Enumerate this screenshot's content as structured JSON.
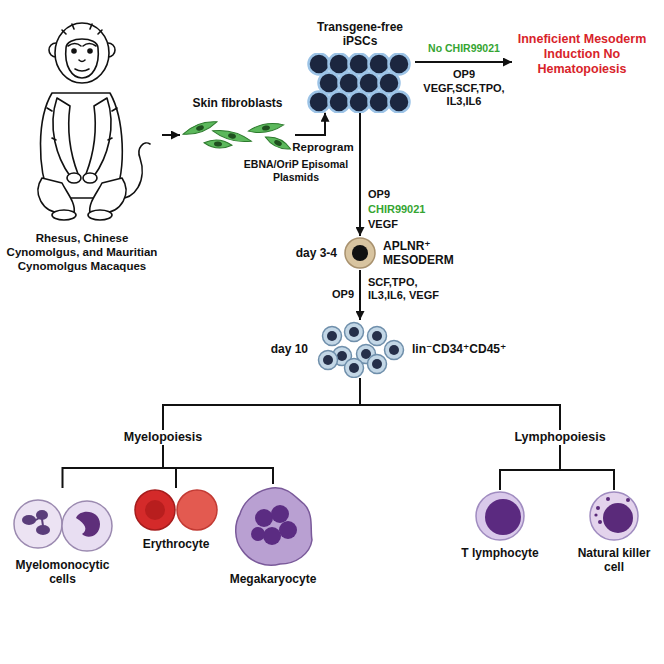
{
  "diagram": {
    "nodes": [
      {
        "text": [
          "Rhesus, Chinese Cynomolgus, and Mauritian Cynomolgus Macaques"
        ]
      },
      {
        "text": [
          "Skin fibroblasts"
        ]
      },
      {
        "text": [
          "Transgene-free iPSCs"
        ]
      },
      {
        "text": [
          "Inneficient Mesoderm Induction No Hematopoiesis"
        ]
      },
      {
        "text": [
          "day 3-4",
          "APLNR⁺ MESODERM"
        ]
      },
      {
        "text": [
          "day 10",
          "lin⁻CD34⁺CD45⁺"
        ]
      },
      {
        "text": [
          "Myelopoiesis"
        ]
      },
      {
        "text": [
          "Lymphopoiesis"
        ]
      },
      {
        "text": [
          "Myelomonocytic cells"
        ]
      },
      {
        "text": [
          "Erythrocyte"
        ]
      },
      {
        "text": [
          "Megakaryocyte"
        ]
      },
      {
        "text": [
          "T lymphocyte"
        ]
      },
      {
        "text": [
          "Natural killer cell"
        ]
      }
    ],
    "edges": [
      {
        "from": 0,
        "to": 1,
        "arrow": "to"
      },
      {
        "from": 1,
        "to": 2,
        "arrow": "to"
      },
      {
        "from": 2,
        "to": 3,
        "arrow": "to"
      },
      {
        "from": 2,
        "to": 4,
        "arrow": "to"
      },
      {
        "from": 4,
        "to": 5,
        "arrow": "to"
      },
      {
        "from": 5,
        "to": 6,
        "arrow": "none"
      },
      {
        "from": 5,
        "to": 7,
        "arrow": "none"
      },
      {
        "from": 6,
        "to": 8,
        "arrow": "none"
      },
      {
        "from": 6,
        "to": 9,
        "arrow": "none"
      },
      {
        "from": 6,
        "to": 10,
        "arrow": "none"
      },
      {
        "from": 7,
        "to": 11,
        "arrow": "none"
      },
      {
        "from": 7,
        "to": 12,
        "arrow": "none"
      }
    ],
    "labels": [
      "Reprogram",
      "EBNA/OriP Episomal Plasmids",
      "No CHIR99021",
      "OP9",
      "VEGF,SCF,TPO, IL3,IL6",
      "OP9",
      "CHIR99021",
      "VEGF",
      "OP9",
      "SCF,TPO, IL3,IL6, VEGF"
    ]
  }
}
